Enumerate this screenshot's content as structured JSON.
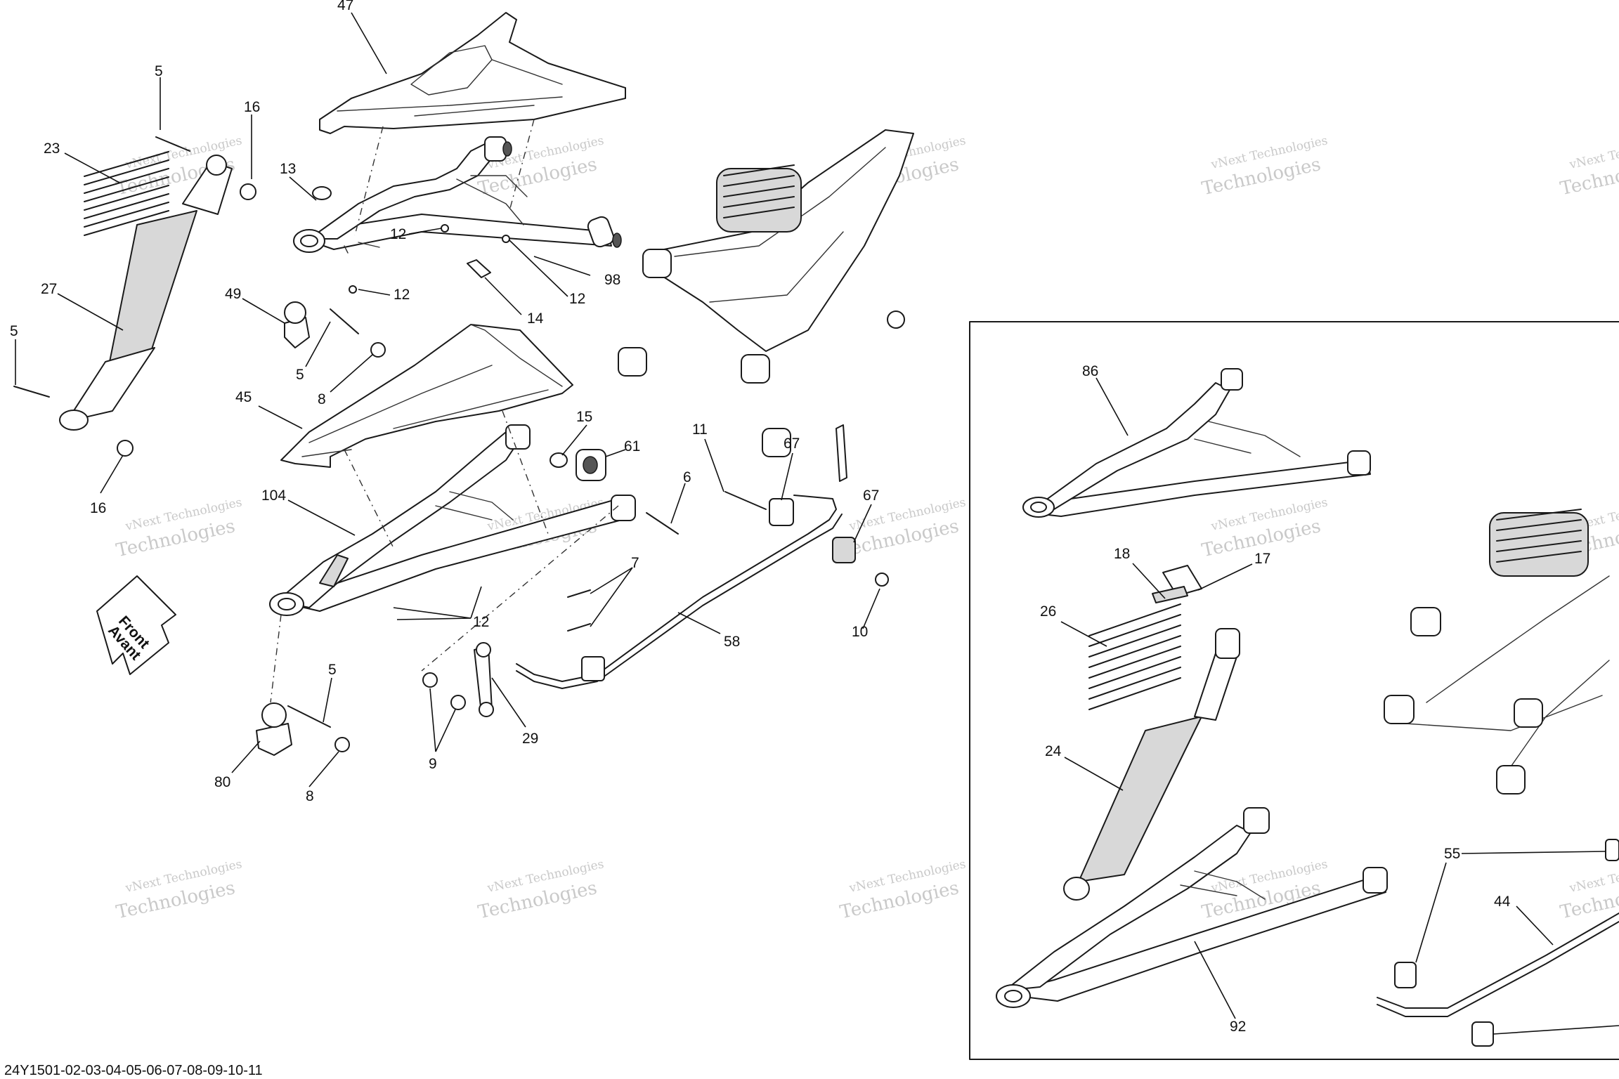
{
  "diagram_code": "24Y1501-02-03-04-05-06-07-08-09-10-11",
  "front_arrow": {
    "line1": "Front",
    "line2": "Avant"
  },
  "watermark": {
    "line1": "vNext Technologies",
    "line2": "Technologies"
  },
  "callouts": {
    "c47": "47",
    "c5a": "5",
    "c16a": "16",
    "c23": "23",
    "c13": "13",
    "c12a": "12",
    "c98": "98",
    "c12b": "12",
    "c12c": "12",
    "c14": "14",
    "c27": "27",
    "c49": "49",
    "c5b": "5",
    "c8a": "8",
    "c5c": "5",
    "c45": "45",
    "c16b": "16",
    "c15": "15",
    "c61": "61",
    "c11": "11",
    "c67a": "67",
    "c67b": "67",
    "c6": "6",
    "c104": "104",
    "c7": "7",
    "c12d": "12",
    "c58": "58",
    "c10": "10",
    "c5d": "5",
    "c80": "80",
    "c8b": "8",
    "c9": "9",
    "c29": "29",
    "c86": "86",
    "c18": "18",
    "c17": "17",
    "c26": "26",
    "c24": "24",
    "c55": "55",
    "c44": "44",
    "c92": "92"
  }
}
